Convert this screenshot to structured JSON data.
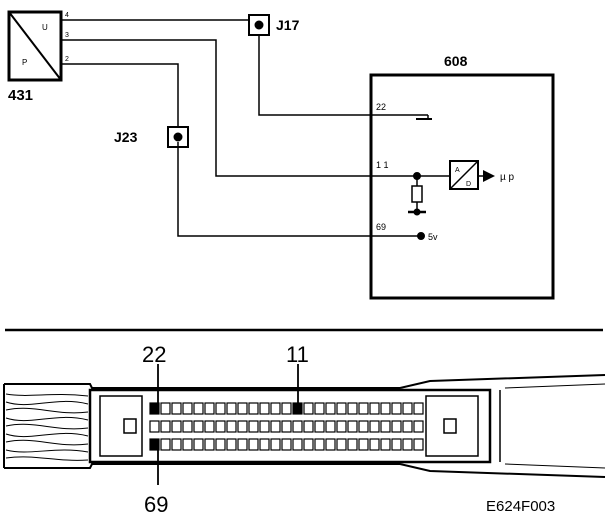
{
  "schematic": {
    "sensor": {
      "id": "431",
      "pin_u": "U",
      "pin_p": "P",
      "pins": [
        "4",
        "3",
        "2"
      ]
    },
    "junctions": {
      "j17": "J17",
      "j23": "J23"
    },
    "ecu": {
      "id": "608",
      "pins": {
        "p22": "22",
        "p11": "1 1",
        "p69": "69"
      },
      "supply": "5v",
      "adc_a": "A",
      "adc_d": "D",
      "mcu": "µ p"
    }
  },
  "connector": {
    "pin_labels": {
      "p22": "22",
      "p11": "11",
      "p69": "69"
    },
    "figure_code": "E624F003"
  }
}
